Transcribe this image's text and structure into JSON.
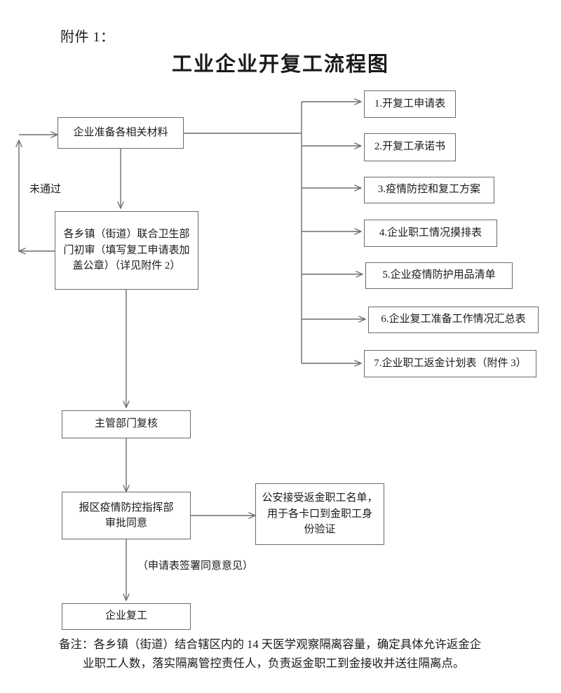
{
  "header": {
    "attachment_label": "附件 1：",
    "title": "工业企业开复工流程图"
  },
  "flow": {
    "main_steps": [
      {
        "id": "prepare",
        "text": "企业准备各相关材料"
      },
      {
        "id": "township",
        "text": "各乡镇（街道）联合卫生部\n门初审（填写复工申请表加\n盖公章）（详见附件 2）"
      },
      {
        "id": "review",
        "text": "主管部门复核"
      },
      {
        "id": "approval",
        "text": "报区疫情防控指挥部\n审批同意"
      },
      {
        "id": "resume",
        "text": "企业复工"
      }
    ],
    "side_step": {
      "id": "police",
      "text": "公安接受返金职工名单，\n用于各卡口到金职工身\n份验证"
    },
    "documents": [
      {
        "no": "1",
        "text": "1.开复工申请表"
      },
      {
        "no": "2",
        "text": "2.开复工承诺书"
      },
      {
        "no": "3",
        "text": "3.疫情防控和复工方案"
      },
      {
        "no": "4",
        "text": "4.企业职工情况摸排表"
      },
      {
        "no": "5",
        "text": "5.企业疫情防护用品清单"
      },
      {
        "no": "6",
        "text": "6.企业复工准备工作情况汇总表"
      },
      {
        "no": "7",
        "text": "7.企业职工返金计划表（附件 3）"
      }
    ],
    "edge_labels": {
      "reject": "未通过",
      "signed": "（申请表签署同意意见）"
    }
  },
  "footnote": {
    "line1": "备注：各乡镇（街道）结合辖区内的 14 天医学观察隔离容量，确定具体允许返金企",
    "line2": "业职工人数，落实隔离管控责任人，负责返金职工到金接收并送往隔离点。"
  },
  "colors": {
    "stroke": "#6b6b6b",
    "text": "#1a1a1a",
    "background": "#ffffff"
  }
}
